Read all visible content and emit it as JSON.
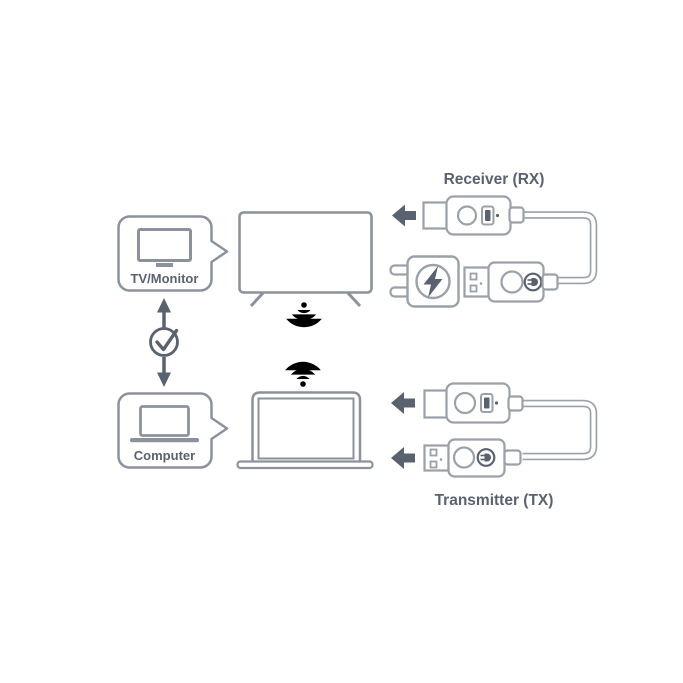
{
  "labels": {
    "receiver": "Receiver (RX)",
    "transmitter": "Transmitter (TX)"
  },
  "callouts": {
    "tv": "TV/Monitor",
    "computer": "Computer"
  },
  "icons": {
    "tv_callout_icon": "tv-icon",
    "computer_callout_icon": "laptop-icon",
    "pairing_icon": "check-circle-icon",
    "tv_signal_icon": "wifi-down-icon",
    "computer_signal_icon": "wifi-up-icon",
    "power_adapter_icon": "lightning-bolt-icon",
    "usb_power_icon": "plug-circle-icon",
    "direction_icon": "left-arrow-icon"
  },
  "colors": {
    "background": "#ffffff",
    "device_outline": "#8c929b",
    "dongle_outline": "#9aa1a9",
    "dark_accent": "#5a6270",
    "text": "#5a6270"
  }
}
